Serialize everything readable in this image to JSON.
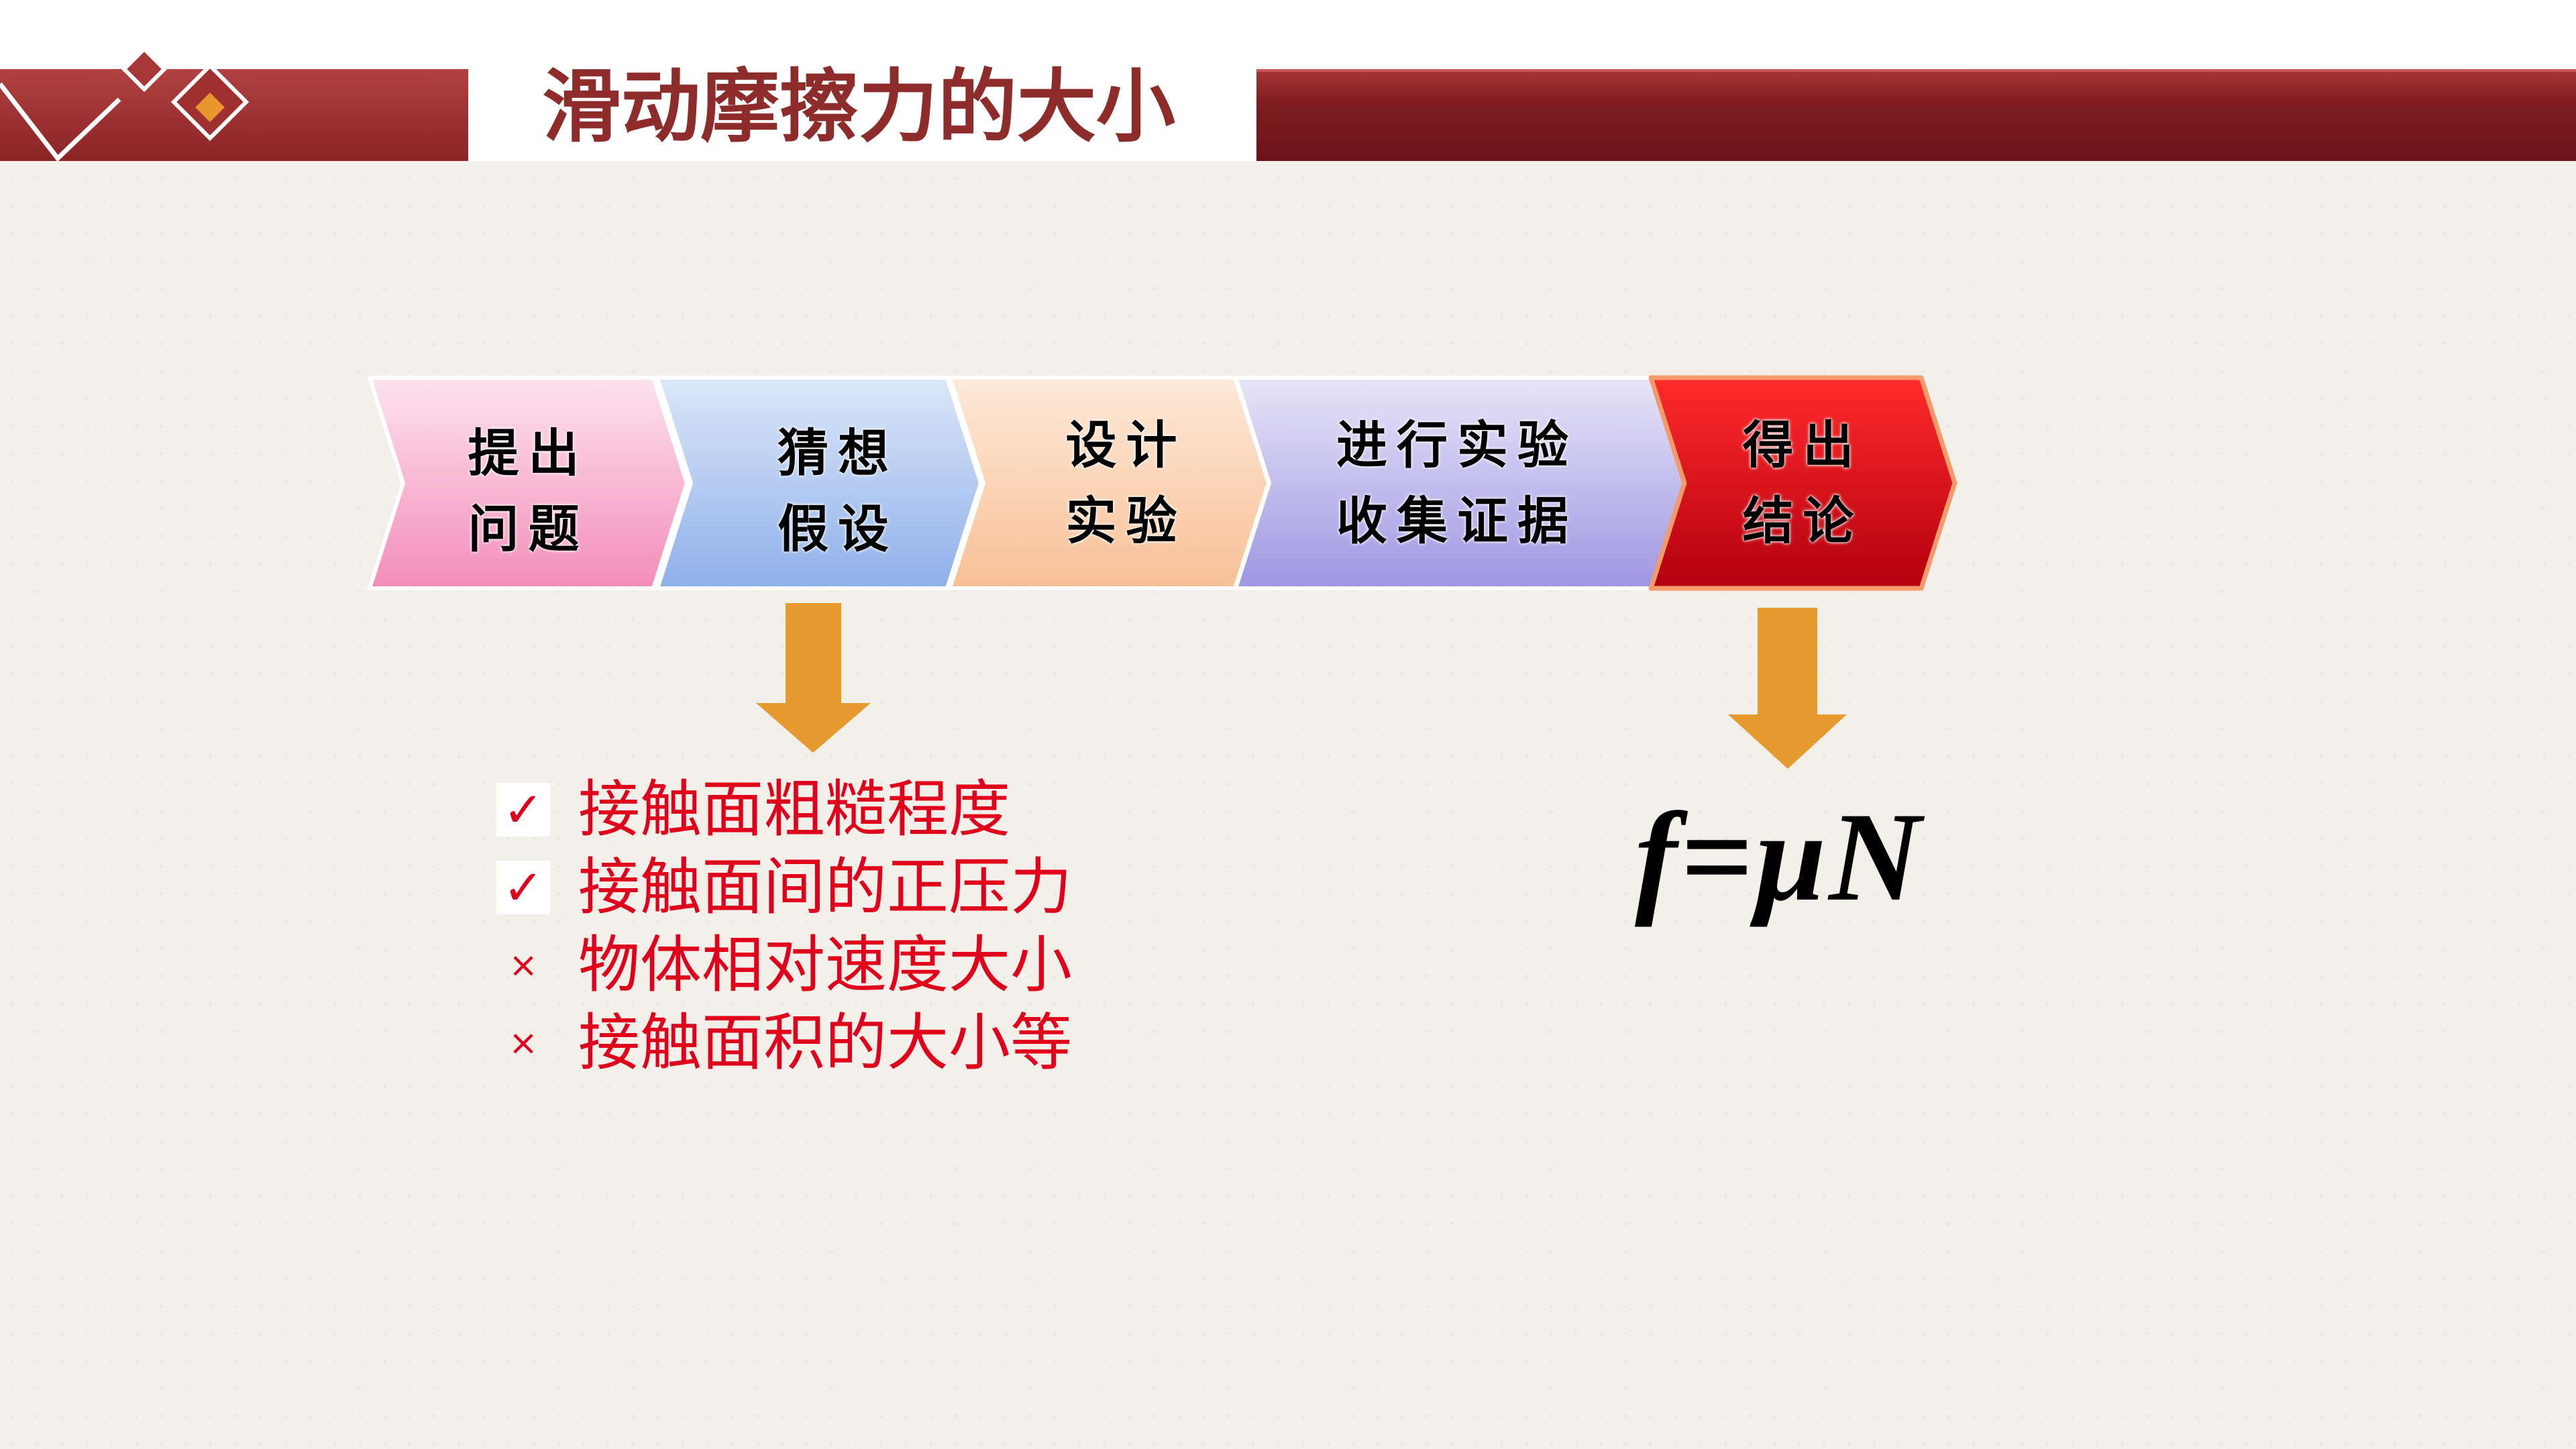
{
  "title": "滑动摩擦力的大小",
  "colors": {
    "title": "#8E2B2B",
    "header_bar": "#8A2626",
    "list_text": "#E0001B",
    "arrow": "#E69A2E",
    "background": "#F3F0EA",
    "decor_diamond": "#E8952E"
  },
  "steps": [
    {
      "lines": [
        "提出",
        "问题"
      ],
      "color_top": "#FDE3EE",
      "color_bottom": "#F38DB7"
    },
    {
      "lines": [
        "猜想",
        "假设"
      ],
      "color_top": "#DCE7F9",
      "color_bottom": "#8EB0EA"
    },
    {
      "lines": [
        "设计",
        "实验"
      ],
      "color_top": "#FEE9D8",
      "color_bottom": "#F8C096"
    },
    {
      "lines": [
        "进行实验",
        "收集证据"
      ],
      "color_top": "#E8E5F8",
      "color_bottom": "#9E96E2"
    },
    {
      "lines": [
        "得出",
        "结论"
      ],
      "color_top": "#FF2B2B",
      "color_bottom": "#B3000F"
    }
  ],
  "hypotheses": [
    {
      "mark": "✓",
      "text": "接触面粗糙程度"
    },
    {
      "mark": "✓",
      "text": "接触面间的正压力"
    },
    {
      "mark": "×",
      "text": "物体相对速度大小"
    },
    {
      "mark": "×",
      "text": "接触面积的大小等"
    }
  ],
  "formula": "f=μN"
}
